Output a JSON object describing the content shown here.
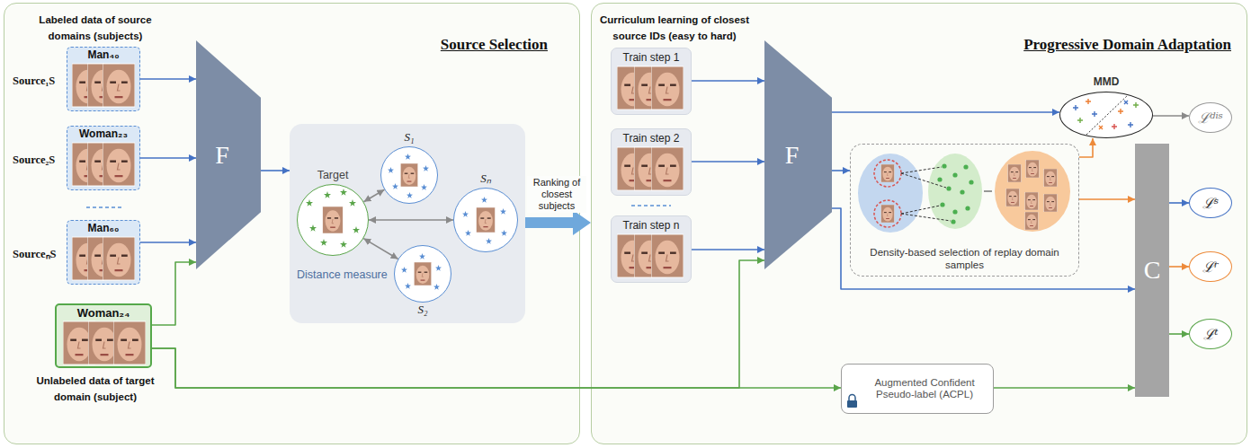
{
  "diagram": {
    "nodes": [
      {
        "text": [
          "Source Selection"
        ]
      },
      {
        "text": [
          "Progressive Domain Adaptation"
        ]
      },
      {
        "text": [
          "Man₄₀"
        ],
        "in": 0
      },
      {
        "text": [
          "Woman₂₃"
        ],
        "in": 0
      },
      {
        "text": [
          "Man₆₀"
        ],
        "in": 0
      },
      {
        "text": [
          "Woman₂₄"
        ],
        "in": 0
      },
      {
        "text": [
          "F"
        ],
        "in": 0
      },
      {
        "text": [
          "Distance measure"
        ],
        "in": 0
      },
      {
        "text": [
          "Target"
        ],
        "in": 7
      },
      {
        "text": [
          "S₁"
        ],
        "in": 7
      },
      {
        "text": [
          "S₂"
        ],
        "in": 7
      },
      {
        "text": [
          "Sₙ"
        ],
        "in": 7
      },
      {
        "text": [
          "Train step 1"
        ],
        "in": 1
      },
      {
        "text": [
          "Train step 2"
        ],
        "in": 1
      },
      {
        "text": [
          "Train step n"
        ],
        "in": 1
      },
      {
        "text": [
          "F"
        ],
        "in": 1
      },
      {
        "text": [
          "Density-based selection of replay domain samples"
        ],
        "in": 1
      },
      {
        "text": [
          "MMD"
        ],
        "in": 1
      },
      {
        "text": [
          "C"
        ],
        "in": 1
      },
      {
        "text": [
          "Augmented Confident Pseudo-label (ACPL)"
        ],
        "in": 1
      },
      {
        "text": [
          "ℒᵈⁱˢ"
        ],
        "in": 1
      },
      {
        "text": [
          "ℒˢ"
        ],
        "in": 1
      },
      {
        "text": [
          "ℒʳ"
        ],
        "in": 1
      },
      {
        "text": [
          "ℒᵗ"
        ],
        "in": 1
      }
    ],
    "edges": [
      {
        "from": 2,
        "to": 6,
        "arrow": "to"
      },
      {
        "from": 3,
        "to": 6,
        "arrow": "to"
      },
      {
        "from": 4,
        "to": 6,
        "arrow": "to"
      },
      {
        "from": 5,
        "to": 6,
        "arrow": "to"
      },
      {
        "from": 6,
        "to": 7,
        "arrow": "to"
      },
      {
        "from": 8,
        "to": 9,
        "arrow": "both"
      },
      {
        "from": 8,
        "to": 10,
        "arrow": "both"
      },
      {
        "from": 8,
        "to": 11,
        "arrow": "both"
      },
      {
        "from": 7,
        "to": 1,
        "label": "Ranking of closest subjects",
        "arrow": "to"
      },
      {
        "from": 12,
        "to": 15,
        "arrow": "to"
      },
      {
        "from": 13,
        "to": 15,
        "arrow": "to"
      },
      {
        "from": 14,
        "to": 15,
        "arrow": "to"
      },
      {
        "from": 5,
        "to": 15,
        "arrow": "to"
      },
      {
        "from": 5,
        "to": 19,
        "arrow": "to"
      },
      {
        "from": 15,
        "to": 17,
        "arrow": "to"
      },
      {
        "from": 15,
        "to": 16,
        "arrow": "to"
      },
      {
        "from": 16,
        "to": 17,
        "arrow": "to"
      },
      {
        "from": 16,
        "to": 18,
        "arrow": "to"
      },
      {
        "from": 15,
        "to": 18,
        "arrow": "to"
      },
      {
        "from": 19,
        "to": 18,
        "arrow": "to"
      },
      {
        "from": 17,
        "to": 20,
        "arrow": "to"
      },
      {
        "from": 18,
        "to": 21,
        "arrow": "to"
      },
      {
        "from": 18,
        "to": 22,
        "arrow": "to"
      },
      {
        "from": 18,
        "to": 23,
        "arrow": "to"
      }
    ],
    "labels": [
      "Labeled data of source domains (subjects)",
      "Source₁S",
      "Source₂S",
      "SourceₙS",
      "Unlabeled data of target domain (subject)",
      "Curriculum learning of closest source IDs (easy to hard)"
    ]
  }
}
